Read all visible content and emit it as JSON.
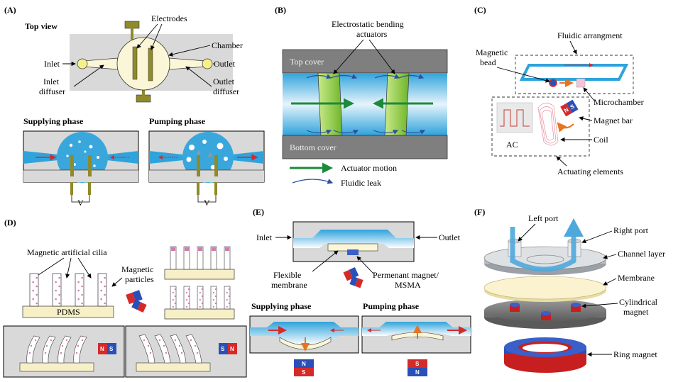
{
  "panels": {
    "A": {
      "tag": "(A)",
      "top_view": "Top view",
      "electrodes": "Electrodes",
      "chamber": "Chamber",
      "inlet": "Inlet",
      "outlet": "Outlet",
      "inlet_diffuser_1": "Inlet",
      "inlet_diffuser_2": "diffuser",
      "outlet_diffuser_1": "Outlet",
      "outlet_diffuser_2": "diffuser",
      "supplying_phase": "Supplying phase",
      "pumping_phase": "Pumping phase",
      "voltage_left": "V",
      "voltage_right": "V"
    },
    "B": {
      "tag": "(B)",
      "actuators_1": "Electrostatic bending",
      "actuators_2": "actuators",
      "top_cover": "Top cover",
      "bottom_cover": "Bottom cover",
      "legend_motion": "Actuator motion",
      "legend_leak": "Fluidic leak"
    },
    "C": {
      "tag": "(C)",
      "fluidic": "Fluidic arrangment",
      "bead_1": "Magnetic",
      "bead_2": "bead",
      "microchamber": "Microchamber",
      "magnet_bar": "Magnet bar",
      "coil": "Coil",
      "ac": "AC",
      "actuating": "Actuating elements",
      "n": "N",
      "s": "S"
    },
    "D": {
      "tag": "(D)",
      "cilia": "Magnetic artificial cilia",
      "particles_1": "Magnetic",
      "particles_2": "particles",
      "pdms": "PDMS",
      "left_n": "N",
      "left_s": "S",
      "right_s": "S",
      "right_n": "N"
    },
    "E": {
      "tag": "(E)",
      "inlet": "Inlet",
      "outlet": "Outlet",
      "membrane_1": "Flexible",
      "membrane_2": "membrane",
      "magnet_1": "Permenant magnet/",
      "magnet_2": "MSMA",
      "supplying_phase": "Supplying phase",
      "pumping_phase": "Pumping phase",
      "sup_n": "N",
      "sup_s": "S",
      "pump_s": "S",
      "pump_n": "N"
    },
    "F": {
      "tag": "(F)",
      "left_port": "Left port",
      "right_port": "Right port",
      "channel_layer": "Channel layer",
      "membrane": "Membrane",
      "cyl_1": "Cylindrical",
      "cyl_2": "magnet",
      "ring": "Ring magnet"
    }
  },
  "colors": {
    "fluid_light": "#dff0fa",
    "fluid_dark": "#3aa7dc",
    "electrode": "#8f8a2a",
    "chamber_fill": "#fbf6d8",
    "actuator_green": "#8fcf3a",
    "arrow_green": "#1c8a3a",
    "leak_blue": "#2f4fa0",
    "magnet_red": "#d42a2a",
    "magnet_blue": "#2a4fb8",
    "pdms_fill": "#f7efc6",
    "particle_pink": "#d67ab2"
  }
}
